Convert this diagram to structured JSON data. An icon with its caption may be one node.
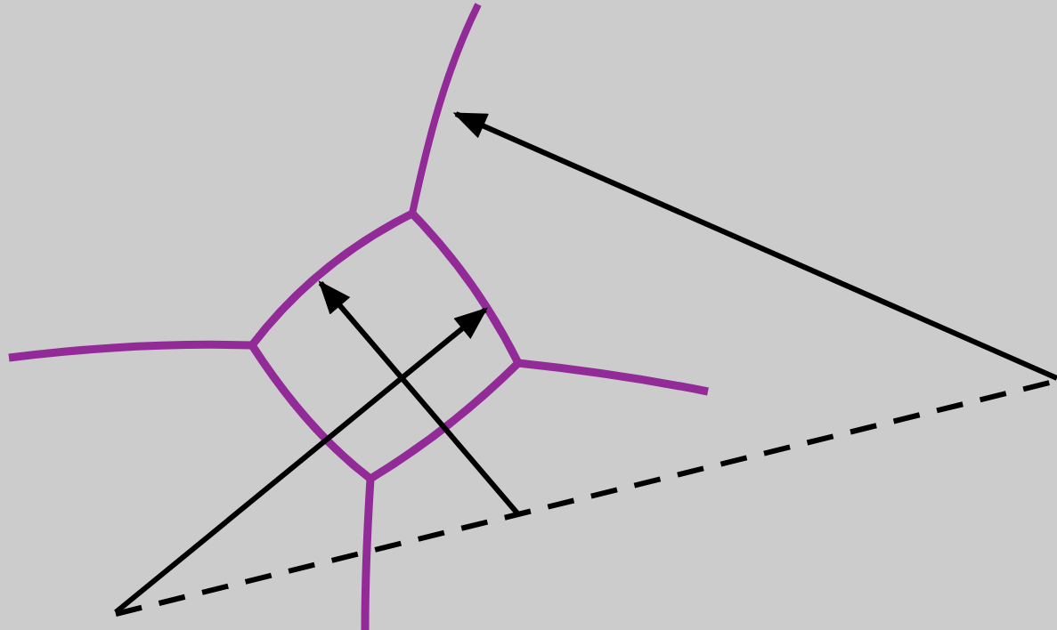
{
  "diagram": {
    "nodes": [
      {
        "text": [],
        "shape": "line"
      },
      {
        "text": [],
        "shape": "picture"
      }
    ],
    "edges": [
      {
        "from": null,
        "to": 1,
        "arrow": "to"
      },
      {
        "from": null,
        "to": 1,
        "arrow": "to"
      },
      {
        "from": null,
        "to": 0,
        "arrow": "to"
      }
    ]
  }
}
